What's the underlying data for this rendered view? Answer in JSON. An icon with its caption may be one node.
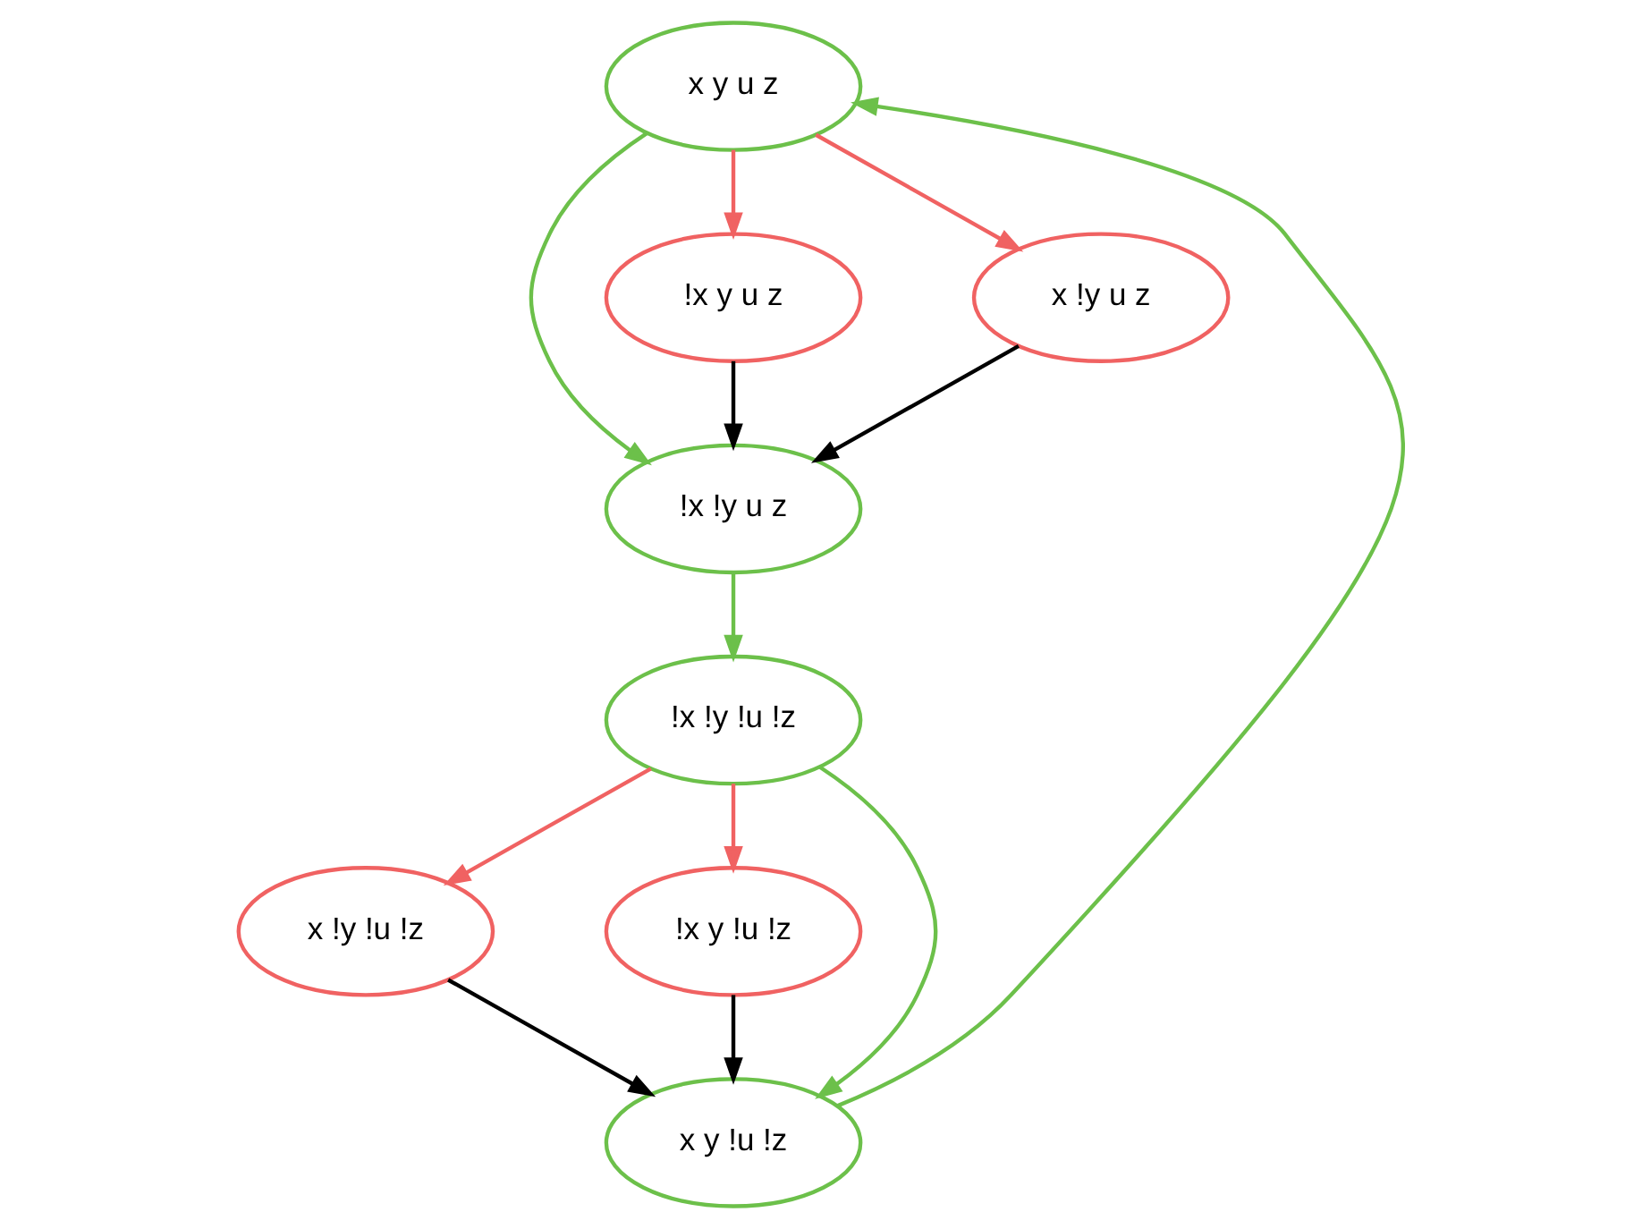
{
  "diagram": {
    "nodes": [
      {
        "text": [
          "!x !y u z"
        ]
      },
      {
        "text": [
          "!x y u z"
        ]
      },
      {
        "text": [
          "x !y u z"
        ]
      },
      {
        "text": [
          "x y u z"
        ]
      },
      {
        "text": [
          "!x !y !u !z"
        ]
      },
      {
        "text": [
          "x !y !u !z"
        ]
      },
      {
        "text": [
          "!x y !u !z"
        ]
      },
      {
        "text": [
          "x y !u !z"
        ]
      }
    ],
    "edges": [
      {
        "from": 1,
        "to": 0,
        "arrow": "to",
        "color": "#000000"
      },
      {
        "from": 2,
        "to": 0,
        "arrow": "to",
        "color": "#000000"
      },
      {
        "from": 3,
        "to": 0,
        "arrow": "to",
        "color": "#6cc04a"
      },
      {
        "from": 3,
        "to": 1,
        "arrow": "to",
        "color": "#f06262"
      },
      {
        "from": 3,
        "to": 2,
        "arrow": "to",
        "color": "#f06262"
      },
      {
        "from": 0,
        "to": 4,
        "arrow": "to",
        "color": "#6cc04a"
      },
      {
        "from": 7,
        "to": 3,
        "arrow": "to",
        "color": "#6cc04a"
      },
      {
        "from": 4,
        "to": 5,
        "arrow": "to",
        "color": "#f06262"
      },
      {
        "from": 4,
        "to": 6,
        "arrow": "to",
        "color": "#f06262"
      },
      {
        "from": 4,
        "to": 7,
        "arrow": "to",
        "color": "#6cc04a"
      },
      {
        "from": 5,
        "to": 7,
        "arrow": "to",
        "color": "#000000"
      },
      {
        "from": 6,
        "to": 7,
        "arrow": "to",
        "color": "#000000"
      }
    ]
  }
}
